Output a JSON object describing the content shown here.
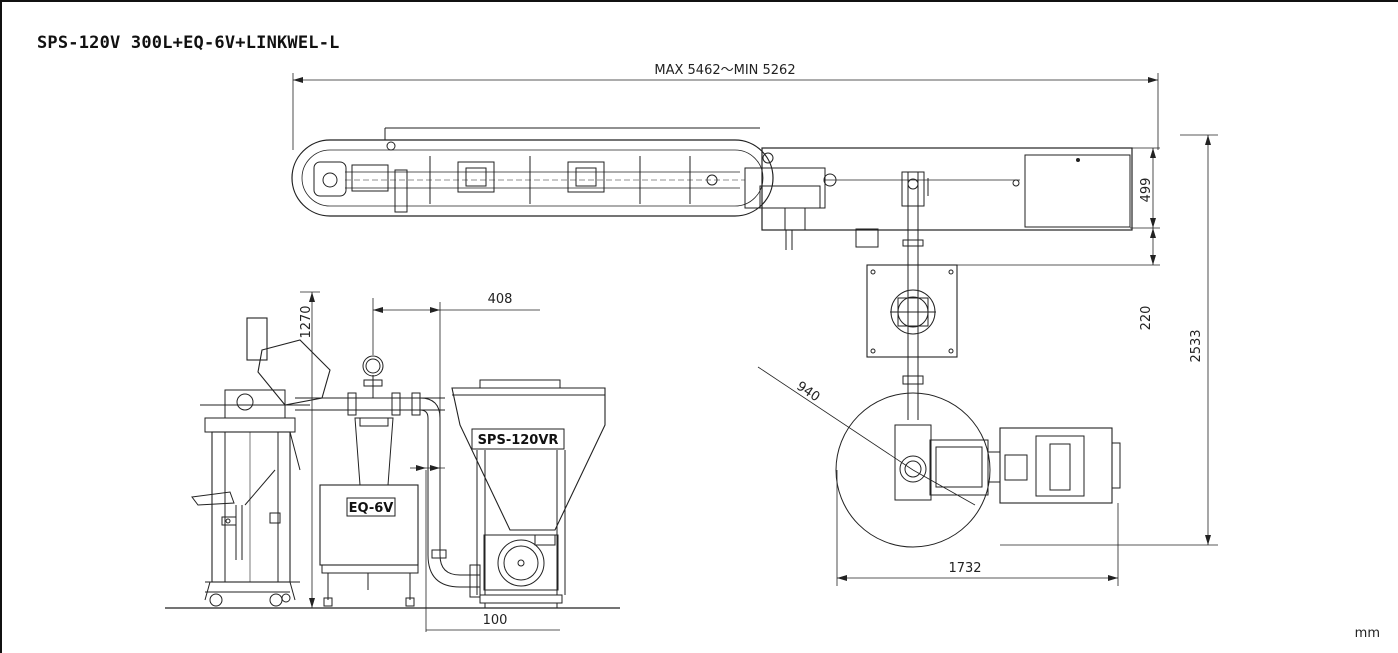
{
  "drawing": {
    "title": "SPS-120V 300L+EQ-6V+LINKWEL-L",
    "unit": "mm",
    "dimensions": {
      "overall_length": "MAX 5462〜MIN 5262",
      "height_499": "499",
      "height_220": "220",
      "height_2533": "2533",
      "radius_940": "940",
      "width_1732": "1732",
      "height_1270": "1270",
      "offset_408": "408",
      "offset_100": "100"
    },
    "labels": {
      "eq": "EQ-6V",
      "sps": "SPS-120VR"
    },
    "colors": {
      "line": "#222222",
      "background": "#ffffff"
    }
  }
}
